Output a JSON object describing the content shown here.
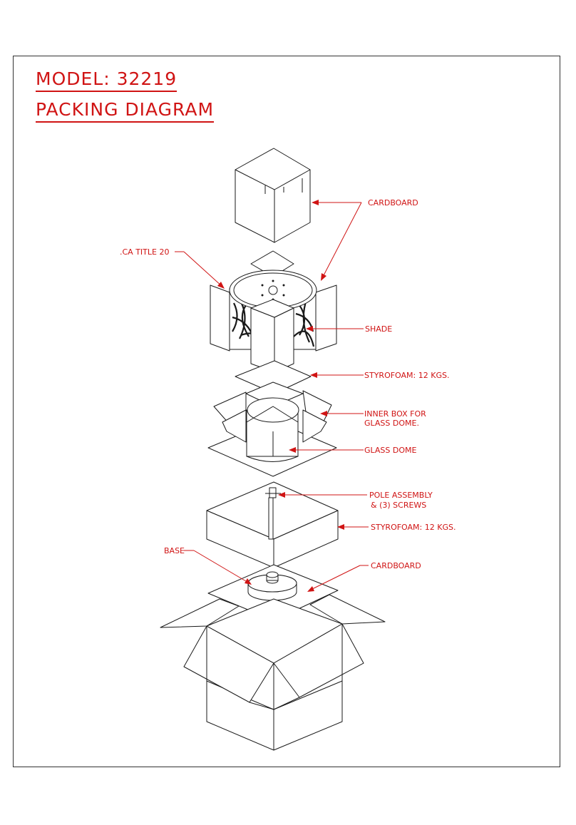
{
  "header": {
    "model": "MODEL:  32219",
    "title": "PACKING  DIAGRAM"
  },
  "labels": {
    "cardboard_top": "CARDBOARD",
    "ca_title": ".CA TITLE 20",
    "shade": "SHADE",
    "styrofoam_top": "STYROFOAM:  12  KGS.",
    "inner_box_1": "INNER BOX FOR",
    "inner_box_2": "GLASS DOME.",
    "glass_dome": "GLASS DOME",
    "pole_1": "POLE ASSEMBLY",
    "pole_2": "& (3) SCREWS",
    "styrofoam_bottom": "STYROFOAM:  12  KGS.",
    "base": "BASE",
    "cardboard_bottom": "CARDBOARD"
  },
  "colors": {
    "annotation": "#d01414",
    "linework": "#1a1a1a"
  }
}
